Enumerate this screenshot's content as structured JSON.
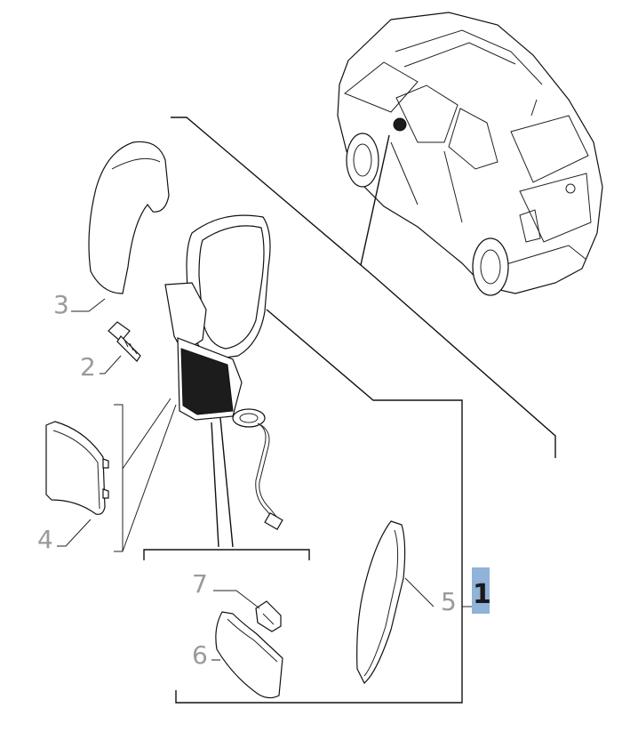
{
  "diagram": {
    "callouts": [
      {
        "key": "c1",
        "text": "1",
        "selected": true,
        "highlight_color": "#8fb3d9"
      },
      {
        "key": "c2",
        "text": "2"
      },
      {
        "key": "c3",
        "text": "3"
      },
      {
        "key": "c4",
        "text": "4"
      },
      {
        "key": "c5",
        "text": "5"
      },
      {
        "key": "c6",
        "text": "6"
      },
      {
        "key": "c7",
        "text": "7"
      }
    ],
    "colors": {
      "line": "#111111",
      "callout": "#9a9a9a",
      "highlight": "#8fb3d9"
    }
  }
}
